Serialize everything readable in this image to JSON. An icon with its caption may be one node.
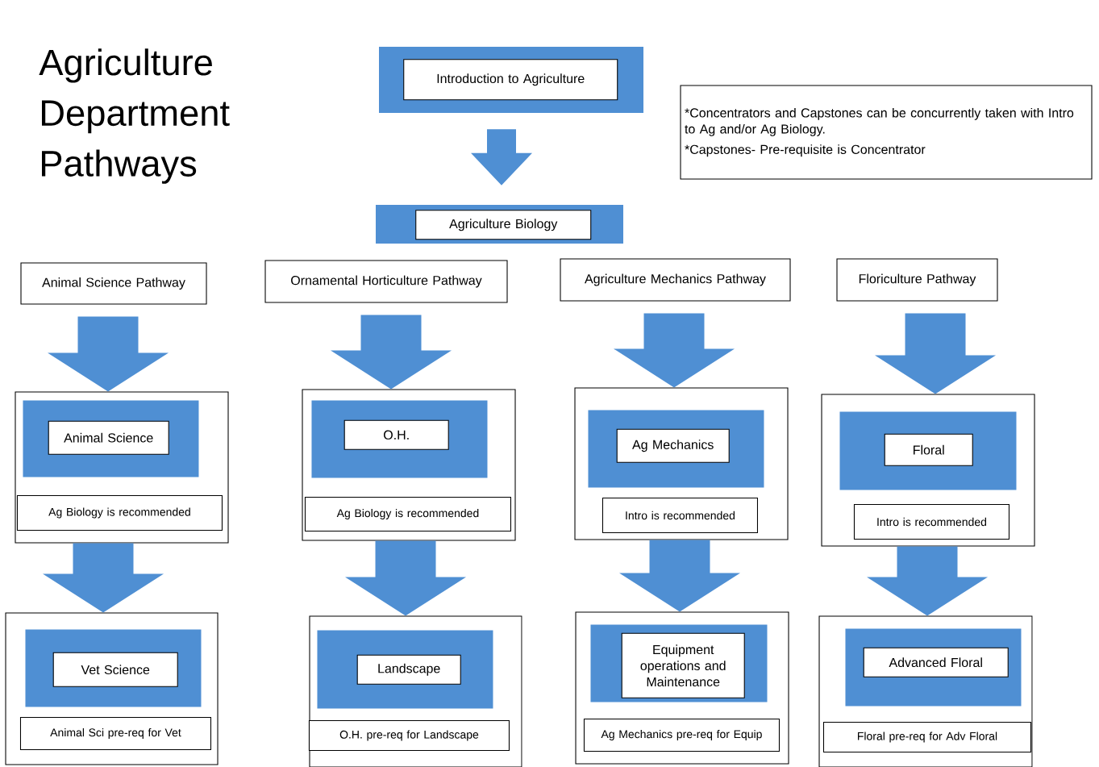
{
  "diagram": {
    "title": "Agriculture Department Pathways",
    "nodes": [
      {
        "text": [],
        "shape": "box"
      },
      {
        "text": [
          "Introduction to Agriculture"
        ],
        "in": 0
      },
      {
        "text": [
          "*Concentrators and Capstones can be concurrently taken with Intro to Ag and/or Ag Biology.",
          "*Capstones- Pre-requisite is Concentrator"
        ]
      },
      {
        "text": [],
        "shape": "box"
      },
      {
        "text": [
          "Agriculture Biology"
        ],
        "in": 3
      },
      {
        "text": [
          "Animal Science Pathway"
        ]
      },
      {
        "text": [
          "Ornamental Horticulture Pathway"
        ]
      },
      {
        "text": [
          "Agriculture Mechanics Pathway"
        ]
      },
      {
        "text": [
          "Floriculture Pathway"
        ]
      },
      {
        "text": [],
        "shape": "box"
      },
      {
        "text": [],
        "shape": "box",
        "in": 9
      },
      {
        "text": [
          "Animal Science"
        ],
        "in": 10
      },
      {
        "text": [
          "Ag Biology is recommended"
        ],
        "in": 9
      },
      {
        "text": [],
        "shape": "box"
      },
      {
        "text": [],
        "shape": "box",
        "in": 13
      },
      {
        "text": [
          "O.H."
        ],
        "in": 14
      },
      {
        "text": [
          "Ag Biology is recommended"
        ],
        "in": 13
      },
      {
        "text": [],
        "shape": "box"
      },
      {
        "text": [],
        "shape": "box",
        "in": 17
      },
      {
        "text": [
          "Ag Mechanics"
        ],
        "in": 18
      },
      {
        "text": [
          "Intro is recommended"
        ],
        "in": 17
      },
      {
        "text": [],
        "shape": "box"
      },
      {
        "text": [],
        "shape": "box",
        "in": 21
      },
      {
        "text": [
          "Floral"
        ],
        "in": 22
      },
      {
        "text": [
          "Intro is recommended"
        ],
        "in": 21
      },
      {
        "text": [],
        "shape": "box"
      },
      {
        "text": [],
        "shape": "box",
        "in": 25
      },
      {
        "text": [
          "Vet Science"
        ],
        "in": 26
      },
      {
        "text": [
          "Animal Sci pre-req for Vet"
        ],
        "in": 25
      },
      {
        "text": [],
        "shape": "box"
      },
      {
        "text": [],
        "shape": "box",
        "in": 29
      },
      {
        "text": [
          "Landscape"
        ],
        "in": 30
      },
      {
        "text": [
          "O.H. pre-req for Landscape"
        ],
        "in": 29
      },
      {
        "text": [],
        "shape": "box"
      },
      {
        "text": [],
        "shape": "box",
        "in": 33
      },
      {
        "text": [
          "Equipment operations and Maintenance"
        ],
        "in": 34
      },
      {
        "text": [
          "Ag Mechanics pre-req for Equip"
        ],
        "in": 33
      },
      {
        "text": [],
        "shape": "box"
      },
      {
        "text": [],
        "shape": "box",
        "in": 37
      },
      {
        "text": [
          "Advanced Floral"
        ],
        "in": 38
      },
      {
        "text": [
          "Floral pre-req for Adv Floral"
        ],
        "in": 37
      }
    ],
    "edges": [
      {
        "from": 0,
        "to": 3,
        "arrow": "to"
      },
      {
        "from": 5,
        "to": 9,
        "arrow": "to"
      },
      {
        "from": 6,
        "to": 13,
        "arrow": "to"
      },
      {
        "from": 7,
        "to": 17,
        "arrow": "to"
      },
      {
        "from": 8,
        "to": 21,
        "arrow": "to"
      },
      {
        "from": 9,
        "to": 25,
        "arrow": "to"
      },
      {
        "from": 13,
        "to": 29,
        "arrow": "to"
      },
      {
        "from": 17,
        "to": 33,
        "arrow": "to"
      },
      {
        "from": 21,
        "to": 37,
        "arrow": "to"
      }
    ]
  }
}
